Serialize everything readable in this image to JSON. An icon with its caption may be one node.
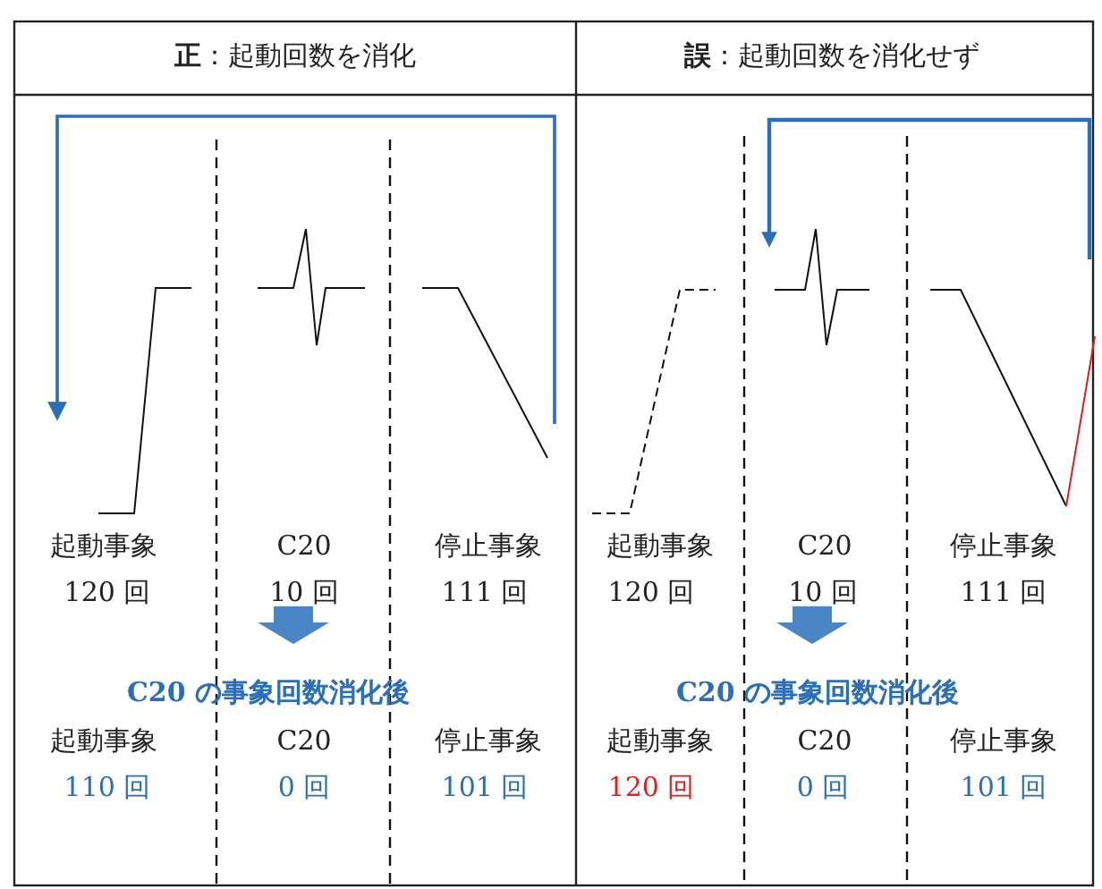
{
  "diagram": {
    "labels": [
      "**正**：起動回数を消化",
      "**誤**：起動回数を消化せず",
      "起動事象",
      "120 回",
      "C20",
      "10 回",
      "停止事象",
      "111 回",
      "C20 の事象回数消化後",
      "起動事象",
      "110 回",
      "C20",
      "0 回",
      "停止事象",
      "101 回",
      "起動事象",
      "120 回",
      "C20",
      "10 回",
      "停止事象",
      "111 回",
      "C20 の事象回数消化後",
      "起動事象",
      "120 回",
      "C20",
      "0 回",
      "停止事象",
      "101 回"
    ]
  }
}
